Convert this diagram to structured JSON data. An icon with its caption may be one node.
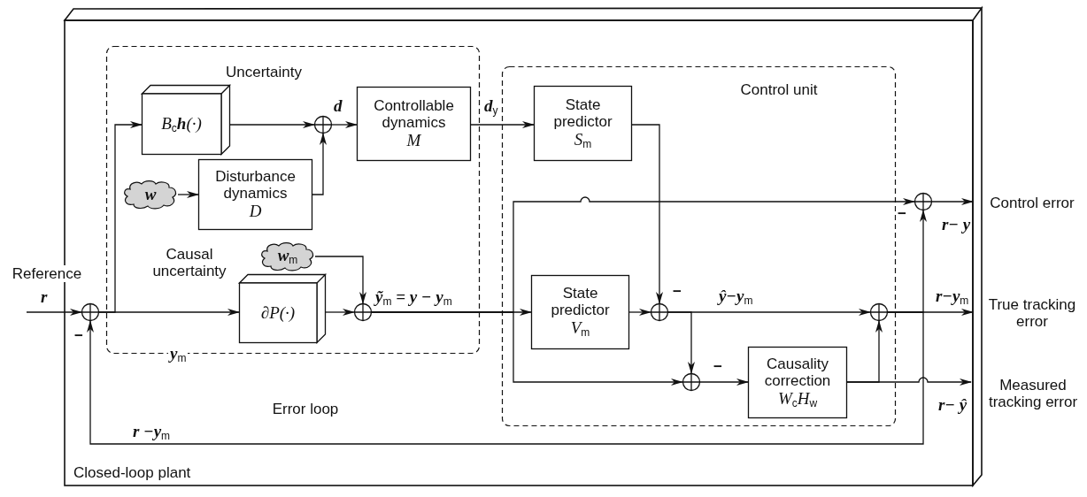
{
  "diagram": {
    "nodes": [
      {
        "text": [
          "Closed-loop plant"
        ]
      },
      {
        "text": [
          "Uncertainty"
        ],
        "in": 0
      },
      {
        "text": [],
        "shape": "circle",
        "in": 0
      },
      {
        "text": [
          "B$_{c}$**h**(·)"
        ],
        "in": 1
      },
      {
        "text": [
          "w"
        ],
        "in": 1
      },
      {
        "text": [
          "Disturbance dynamics",
          "D"
        ],
        "in": 1
      },
      {
        "text": [],
        "shape": "circle",
        "in": 1
      },
      {
        "text": [
          "Controllable dynamics",
          "M"
        ],
        "in": 1
      },
      {
        "text": [
          "w$_{m}$"
        ],
        "in": 1
      },
      {
        "text": [
          "∂P(·)"
        ],
        "in": 1,
        "beside": [
          "Causal uncertainty"
        ]
      },
      {
        "text": [],
        "shape": "circle",
        "in": 1
      },
      {
        "text": [
          "Control unit"
        ],
        "in": 0
      },
      {
        "text": [
          "State predictor",
          "S$_{m}$"
        ],
        "in": 11
      },
      {
        "text": [
          "State predictor",
          "V$_{m}$"
        ],
        "in": 11
      },
      {
        "text": [],
        "shape": "circle",
        "in": 11
      },
      {
        "text": [],
        "shape": "circle",
        "in": 11
      },
      {
        "text": [
          "Causality correction",
          "W$_{c}$H$_{w}$"
        ],
        "in": 11
      },
      {
        "text": [],
        "shape": "circle",
        "in": 11
      },
      {
        "text": [],
        "shape": "circle",
        "in": 0
      },
      {
        "text": [
          "Control error"
        ]
      },
      {
        "text": [
          "True tracking error"
        ]
      },
      {
        "text": [
          "Measured tracking error"
        ]
      }
    ],
    "edges": [
      {
        "from": null,
        "to": 2,
        "arrow": "to",
        "label": "r"
      },
      {
        "from": 2,
        "to": 3,
        "arrow": "to"
      },
      {
        "from": 2,
        "to": 9,
        "arrow": "to",
        "label": "y$_{m}$"
      },
      {
        "from": 3,
        "to": 6,
        "arrow": "to"
      },
      {
        "from": 4,
        "to": 5,
        "arrow": "to"
      },
      {
        "from": 5,
        "to": 6,
        "arrow": "to"
      },
      {
        "from": 6,
        "to": 7,
        "arrow": "to",
        "label": "d"
      },
      {
        "from": 7,
        "to": 12,
        "arrow": "to",
        "label": "d$_{y}$"
      },
      {
        "from": 9,
        "to": 10,
        "arrow": "to"
      },
      {
        "from": 8,
        "to": 10,
        "arrow": "to"
      },
      {
        "from": 10,
        "to": 13,
        "arrow": "to",
        "label": "ỹ$_{m}$ = y − y$_{m}$"
      },
      {
        "from": 10,
        "to": 18,
        "arrow": "to"
      },
      {
        "from": 10,
        "to": 15,
        "arrow": "to"
      },
      {
        "from": 12,
        "to": 14,
        "arrow": "to"
      },
      {
        "from": 13,
        "to": 14,
        "arrow": "to"
      },
      {
        "from": 14,
        "to": 17,
        "arrow": "to",
        "label": "ŷ−y$_{m}$"
      },
      {
        "from": 14,
        "to": 15,
        "arrow": "to"
      },
      {
        "from": 15,
        "to": 16,
        "arrow": "to"
      },
      {
        "from": 16,
        "to": 17,
        "arrow": "to"
      },
      {
        "from": 16,
        "to": 21,
        "arrow": "to",
        "label": "r− ŷ"
      },
      {
        "from": 17,
        "to": 20,
        "arrow": "to",
        "label": "r−y$_{m}$"
      },
      {
        "from": 17,
        "to": 18,
        "arrow": "to"
      },
      {
        "from": 17,
        "to": 2,
        "arrow": "to",
        "label": "r −y$_{m}$"
      },
      {
        "from": 18,
        "to": 19,
        "arrow": "to",
        "label": "r− y"
      }
    ],
    "labels": [
      "Reference",
      "−",
      "Error loop",
      "−",
      "−",
      "−"
    ]
  }
}
